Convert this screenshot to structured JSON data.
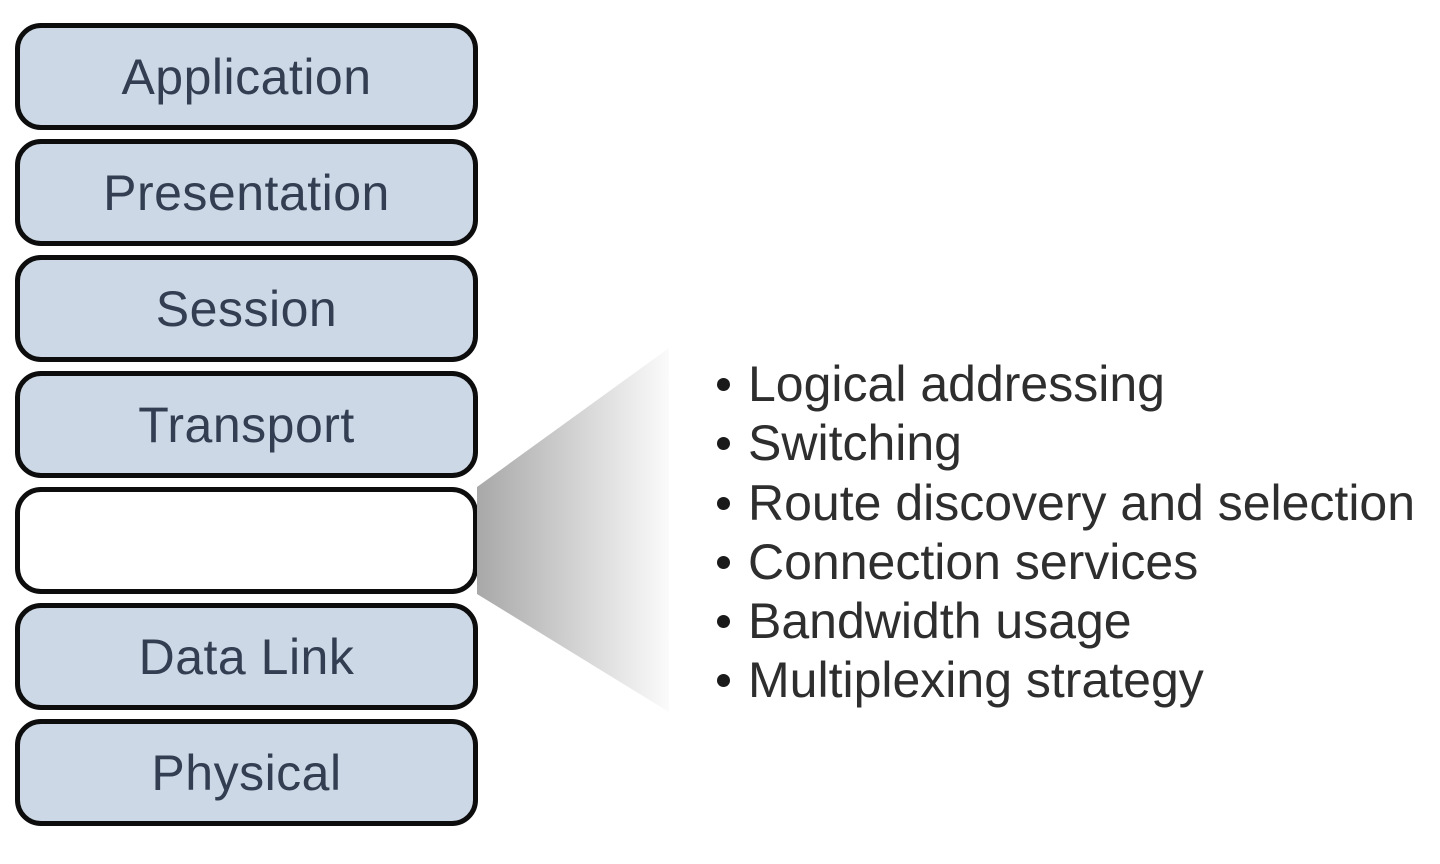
{
  "stack": {
    "layers": [
      {
        "label": "Application",
        "blank": false
      },
      {
        "label": "Presentation",
        "blank": false
      },
      {
        "label": "Session",
        "blank": false
      },
      {
        "label": "Transport",
        "blank": false
      },
      {
        "label": "",
        "blank": true
      },
      {
        "label": "Data Link",
        "blank": false
      },
      {
        "label": "Physical",
        "blank": false
      }
    ]
  },
  "callout": {
    "bullets": [
      "Logical addressing",
      "Switching",
      "Route discovery and selection",
      "Connection services",
      "Bandwidth usage",
      "Multiplexing strategy"
    ]
  },
  "colors": {
    "box_fill": "#cdd8e6",
    "box_border": "#0d0d0d",
    "box_text": "#333e52",
    "bullet_text": "#2e2e2e",
    "wedge_left": "#a8a8a8",
    "wedge_right": "#fbfbfb"
  }
}
